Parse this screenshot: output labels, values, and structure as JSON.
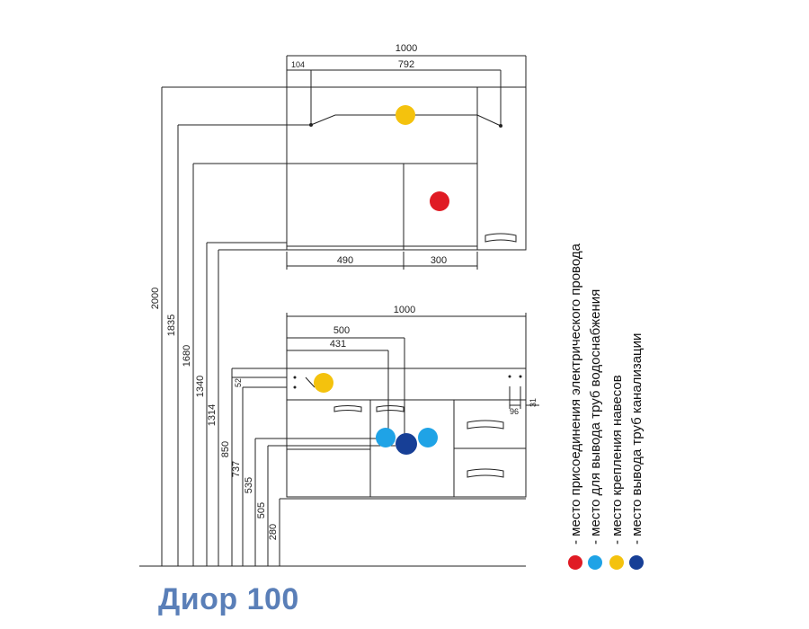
{
  "title": "Диор 100",
  "colors": {
    "red": "#e01b24",
    "cyan": "#1fa3e6",
    "yellow": "#f4c20d",
    "blue": "#173f96",
    "title": "#5a7fb8"
  },
  "upper_cabinet": {
    "width": "1000",
    "left_offset": "104",
    "rail_length": "792",
    "section_left": "490",
    "section_right": "300"
  },
  "lower_cabinet": {
    "width": "1000",
    "dim_500": "500",
    "dim_431": "431",
    "dim_52": "52",
    "dim_96": "96",
    "dim_31": "31"
  },
  "heights": [
    "2000",
    "1835",
    "1680",
    "1340",
    "1314",
    "850",
    "737",
    "535",
    "505",
    "280"
  ],
  "legend": [
    {
      "color": "red",
      "label": "- место присоединения электрического провода"
    },
    {
      "color": "cyan",
      "label": "- место для вывода труб водоснабжения"
    },
    {
      "color": "yellow",
      "label": "- место крепления навесов"
    },
    {
      "color": "blue",
      "label": "- место вывода труб канализации"
    }
  ]
}
